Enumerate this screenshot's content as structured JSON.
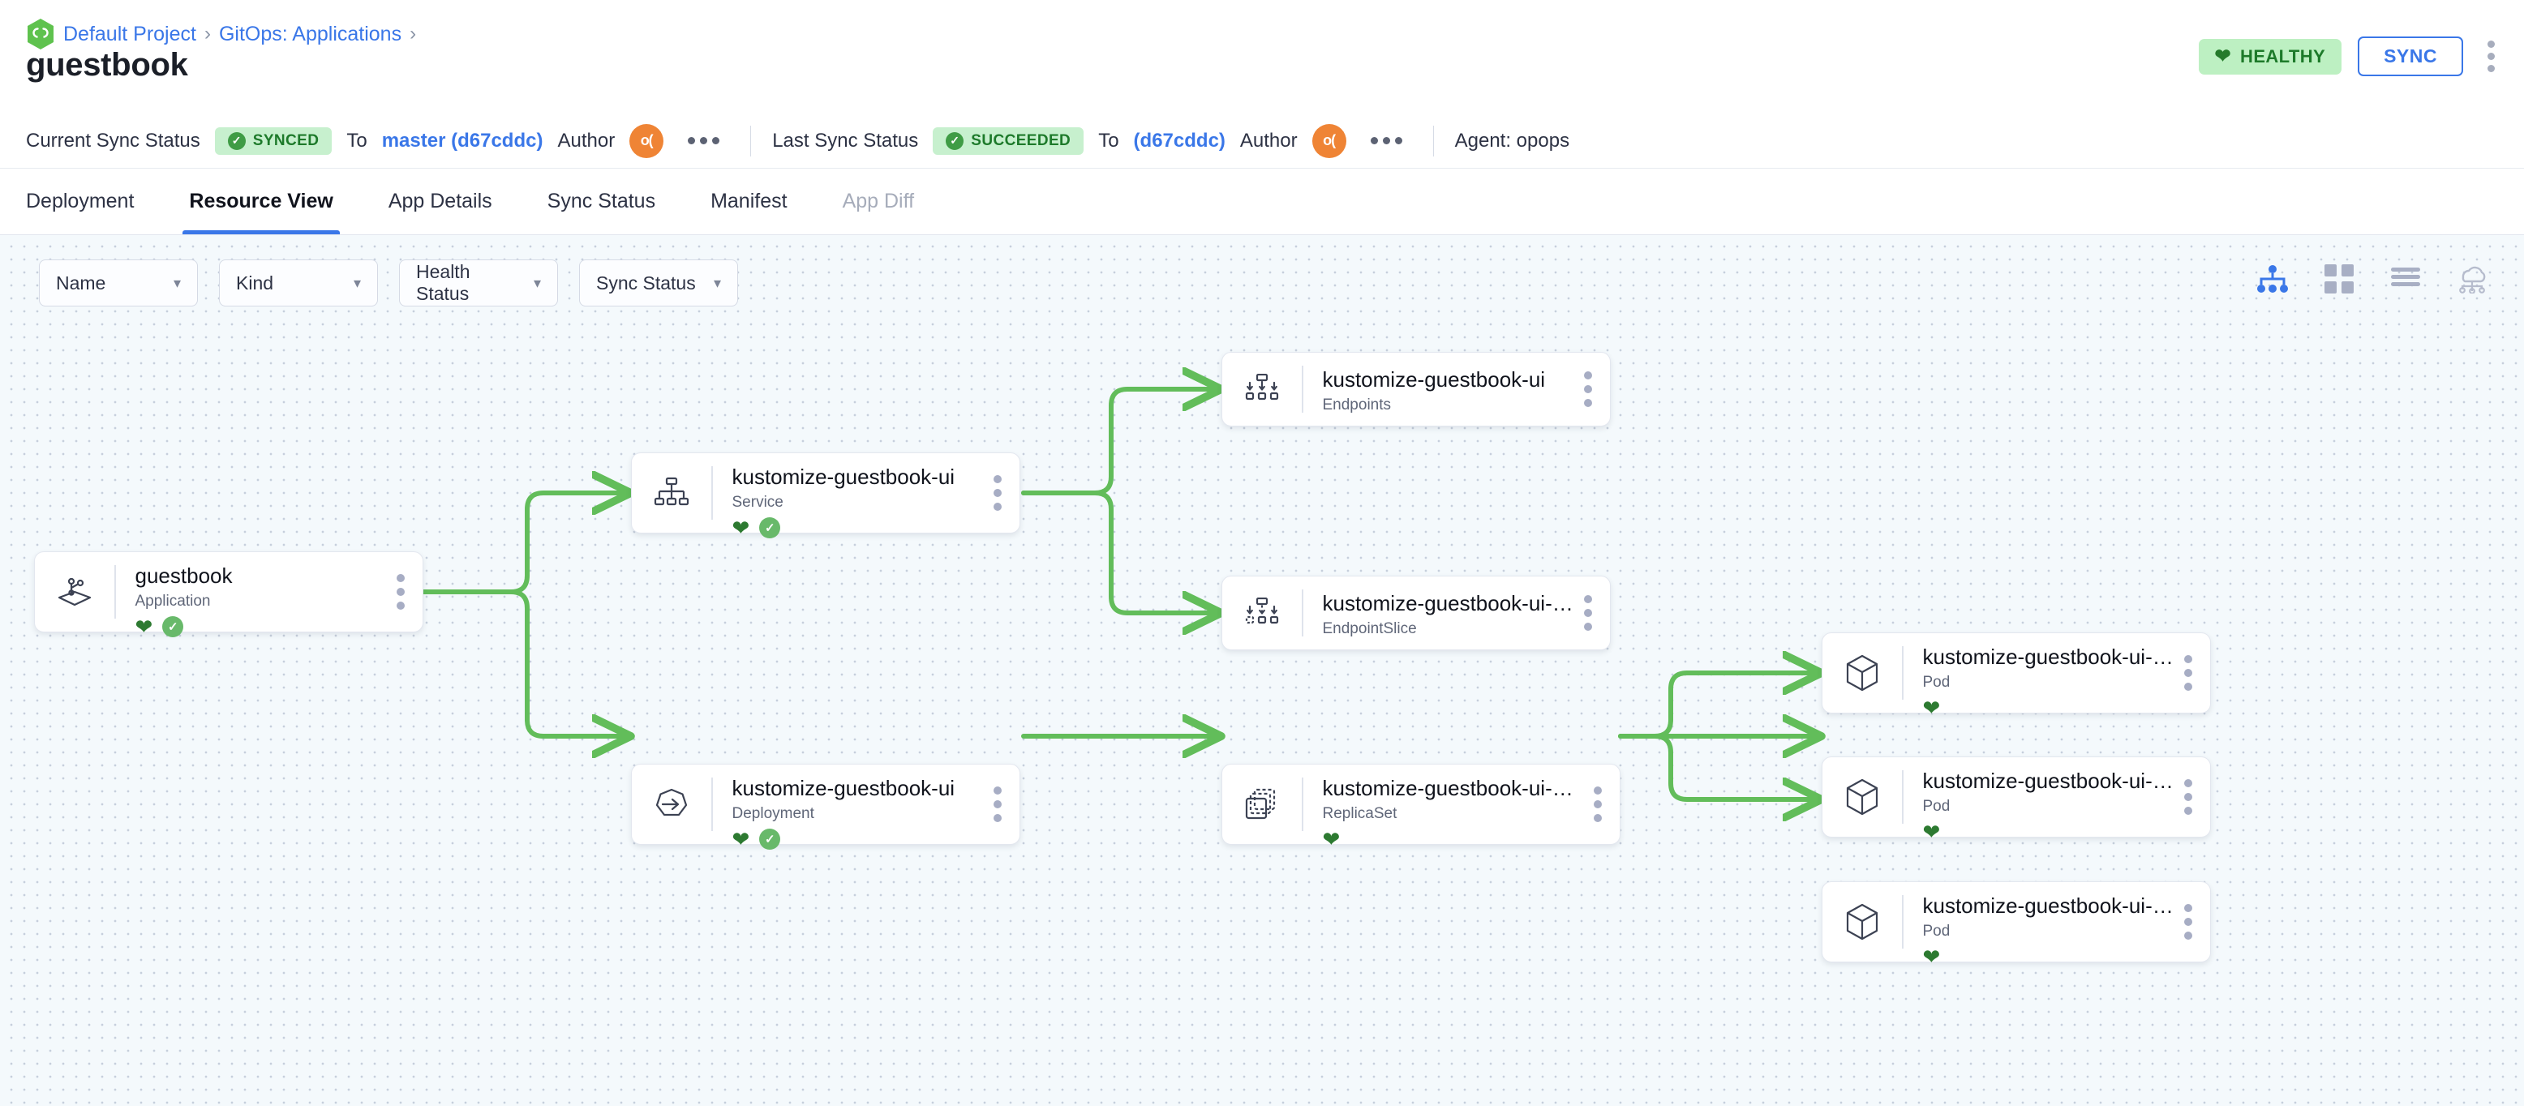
{
  "breadcrumb": {
    "logo_icon": "devtron-hexagon-logo",
    "items": [
      {
        "label": "Default Project",
        "sep": "›"
      },
      {
        "label": "GitOps: Applications",
        "sep": "›"
      }
    ]
  },
  "page_title": "guestbook",
  "header_actions": {
    "health_badge": {
      "label": "HEALTHY",
      "icon": "heart-icon",
      "color": "#bdf0c2",
      "text_color": "#1d7a2a"
    },
    "sync_button": {
      "label": "SYNC",
      "color": "#3a77e8"
    },
    "overflow_icon": "kebab-vertical-icon"
  },
  "status_bar": {
    "current": {
      "label": "Current Sync Status",
      "pill": "SYNCED",
      "to_label": "To",
      "revision": "master (d67cddc)",
      "author_label": "Author",
      "avatar_initials": "o(",
      "avatar_color": "#ef8435",
      "overflow_icon": "kebab-horizontal-icon"
    },
    "last": {
      "label": "Last Sync Status",
      "pill": "SUCCEEDED",
      "to_label": "To",
      "revision": "(d67cddc)",
      "author_label": "Author",
      "avatar_initials": "o(",
      "avatar_color": "#ef8435",
      "overflow_icon": "kebab-horizontal-icon"
    },
    "agent": "Agent:  opops"
  },
  "tabs": [
    {
      "label": "Deployment",
      "active": false,
      "disabled": false
    },
    {
      "label": "Resource View",
      "active": true,
      "disabled": false
    },
    {
      "label": "App Details",
      "active": false,
      "disabled": false
    },
    {
      "label": "Sync Status",
      "active": false,
      "disabled": false
    },
    {
      "label": "Manifest",
      "active": false,
      "disabled": false
    },
    {
      "label": "App Diff",
      "active": false,
      "disabled": true
    }
  ],
  "filters": [
    {
      "label": "Name",
      "icon": "chevron-down-icon"
    },
    {
      "label": "Kind",
      "icon": "chevron-down-icon"
    },
    {
      "label": "Health Status",
      "icon": "chevron-down-icon"
    },
    {
      "label": "Sync Status",
      "icon": "chevron-down-icon"
    }
  ],
  "view_modes": [
    {
      "name": "tree-view-icon",
      "active": true
    },
    {
      "name": "grid-view-icon",
      "active": false
    },
    {
      "name": "list-view-icon",
      "active": false
    },
    {
      "name": "network-view-icon",
      "active": false
    }
  ],
  "graph": {
    "edge_color": "#62bd5a",
    "nodes": [
      {
        "id": "app",
        "title": "guestbook",
        "kind": "Application",
        "icon": "application-icon",
        "health": true,
        "synced": true
      },
      {
        "id": "svc",
        "title": "kustomize-guestbook-ui",
        "kind": "Service",
        "icon": "service-icon",
        "health": true,
        "synced": true
      },
      {
        "id": "ep",
        "title": "kustomize-guestbook-ui",
        "kind": "Endpoints",
        "icon": "endpoints-icon",
        "health": false,
        "synced": false
      },
      {
        "id": "eps",
        "title": "kustomize-guestbook-ui-…",
        "kind": "EndpointSlice",
        "icon": "endpointslice-icon",
        "health": false,
        "synced": false
      },
      {
        "id": "dep",
        "title": "kustomize-guestbook-ui",
        "kind": "Deployment",
        "icon": "deployment-icon",
        "health": true,
        "synced": true
      },
      {
        "id": "rs",
        "title": "kustomize-guestbook-ui-…",
        "kind": "ReplicaSet",
        "icon": "replicaset-icon",
        "health": true,
        "synced": false
      },
      {
        "id": "pod1",
        "title": "kustomize-guestbook-ui-…",
        "kind": "Pod",
        "icon": "pod-icon",
        "health": true,
        "synced": false
      },
      {
        "id": "pod2",
        "title": "kustomize-guestbook-ui-…",
        "kind": "Pod",
        "icon": "pod-icon",
        "health": true,
        "synced": false
      },
      {
        "id": "pod3",
        "title": "kustomize-guestbook-ui-…",
        "kind": "Pod",
        "icon": "pod-icon",
        "health": true,
        "synced": false
      }
    ]
  }
}
